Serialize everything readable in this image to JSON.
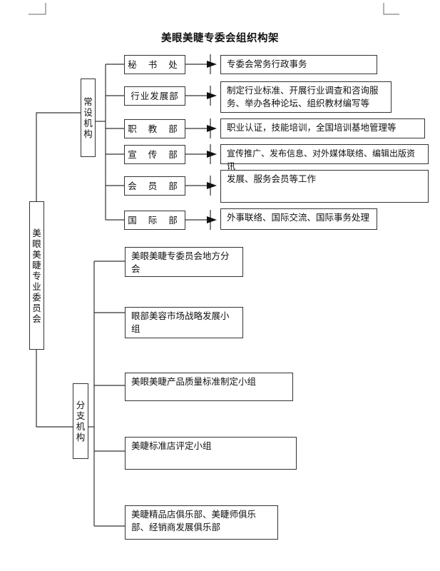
{
  "title": "美眼美睫专委会组织构架",
  "root": "美眼美睫专业委员会",
  "standing": {
    "label": "常设机构",
    "departments": [
      {
        "name": "秘 书 处",
        "duty": "专委会常务行政事务"
      },
      {
        "name": "行业发展部",
        "duty": "制定行业标准、开展行业调查和咨询服务、举办各种论坛、组织教材编写等"
      },
      {
        "name": "职 教 部",
        "duty": "职业认证，技能培训，全国培训基地管理等"
      },
      {
        "name": "宣 传 部",
        "duty": "宣传推广、发布信息、对外媒体联络、编辑出版资讯"
      },
      {
        "name": "会 员 部",
        "duty": "发展、服务会员等工作"
      },
      {
        "name": "国 际 部",
        "duty": "外事联络、国际交流、国际事务处理"
      }
    ]
  },
  "branches": {
    "label": "分支机构",
    "items": [
      "美眼美睫专委员会地方分会",
      "眼部美容市场战略发展小组",
      "美眼美睫产品质量标准制定小组",
      "美睫标准店评定小组",
      "美睫精品店俱乐部、美睫师俱乐部、经销商发展俱乐部"
    ]
  }
}
